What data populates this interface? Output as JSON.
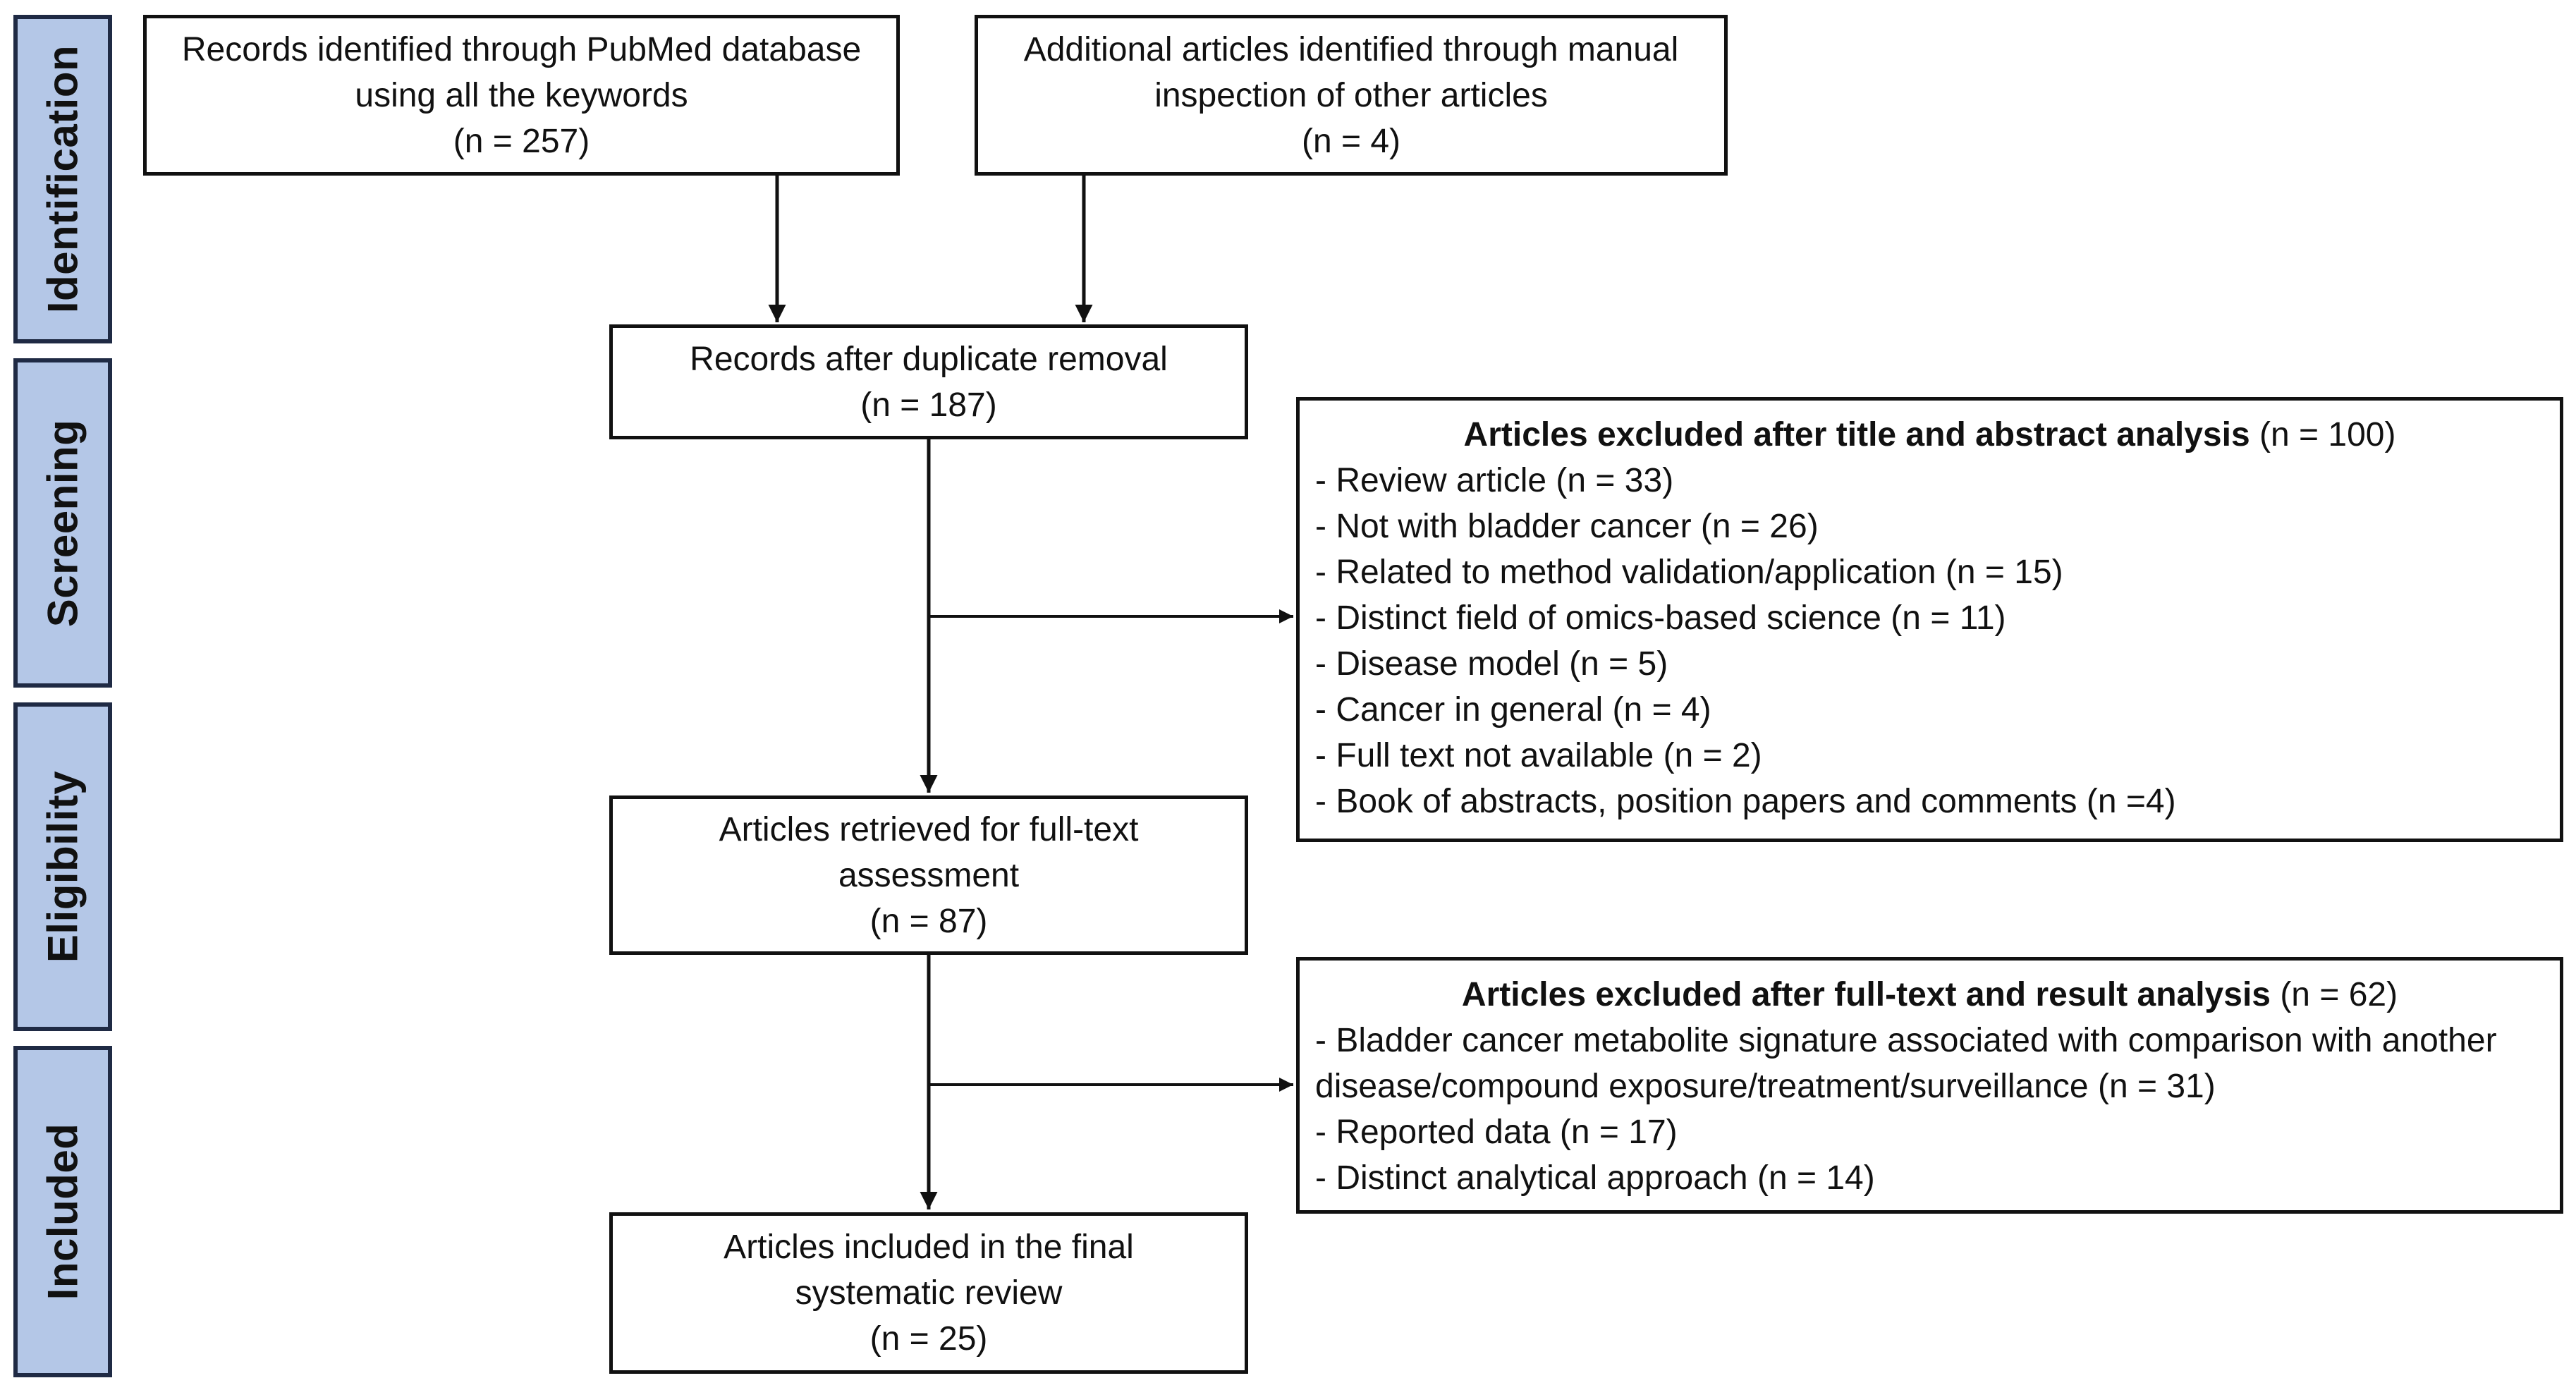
{
  "stages": [
    "Identification",
    "Screening",
    "Eligibility",
    "Included"
  ],
  "boxes": {
    "pubmed": [
      "Records identified through PubMed database",
      "using all the keywords",
      "(n = 257)"
    ],
    "manual": [
      "Additional articles identified through manual",
      "inspection of other articles",
      "(n = 4)"
    ],
    "dedup": [
      "Records after duplicate removal",
      "(n = 187)"
    ],
    "fulltext": [
      "Articles retrieved for full-text",
      "assessment",
      "(n = 87)"
    ],
    "included": [
      "Articles included in the final",
      "systematic review",
      "(n = 25)"
    ]
  },
  "exclusion_title_abstract": {
    "title_bold": "Articles excluded after title and abstract analysis",
    "title_count": " (n = 100)",
    "items": [
      "- Review article (n = 33)",
      "- Not with bladder cancer (n = 26)",
      "- Related to method validation/application (n = 15)",
      "- Distinct field of omics-based science (n = 11)",
      "- Disease model (n = 5)",
      "- Cancer in general (n = 4)",
      "- Full text not available (n = 2)",
      "- Book of abstracts, position papers and comments (n =4)"
    ]
  },
  "exclusion_fulltext": {
    "title_bold": "Articles excluded after full-text and result analysis",
    "title_count": " (n = 62)",
    "items": [
      "- Bladder cancer metabolite signature associated with comparison with another disease/compound exposure/treatment/surveillance (n = 31)",
      "- Reported data (n = 17)",
      "- Distinct analytical approach (n = 14)"
    ]
  }
}
